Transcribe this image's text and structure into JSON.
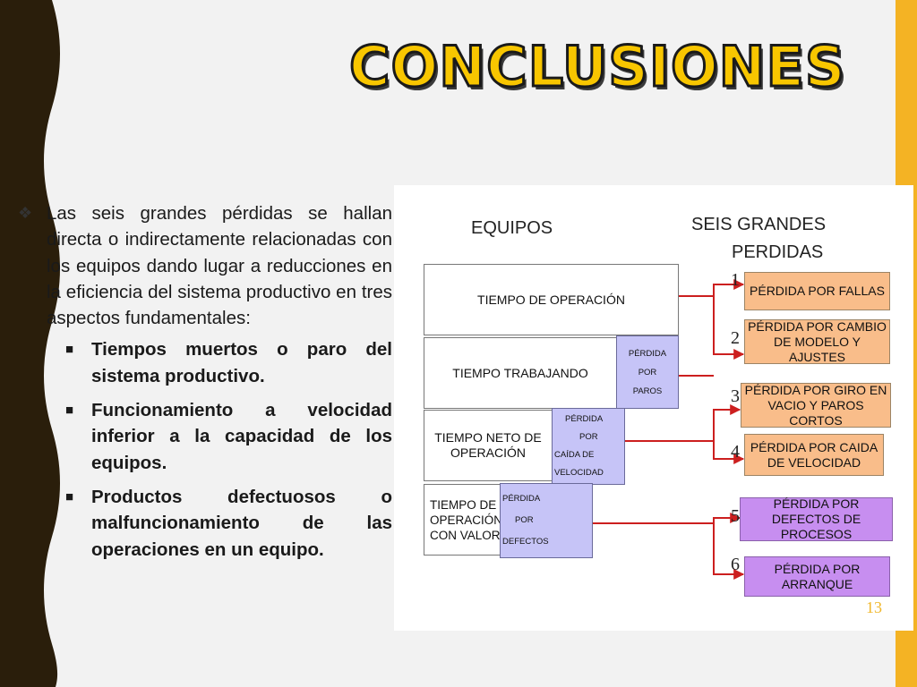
{
  "title": "CONCLUSIONES",
  "colors": {
    "accent": "#f4b324",
    "dark_band": "#2a1e0b",
    "title_fill": "#f8c600",
    "arrow": "#cc1f1f"
  },
  "text": {
    "intro": "Las seis grandes pérdidas se hallan directa o indirectamente relacionadas con los equipos dando lugar a reducciones en la eficiencia del sistema productivo en tres aspectos fundamentales:",
    "intro_icon": "diamond-bullet-icon",
    "bullets": [
      "Tiempos muertos o paro del sistema productivo.",
      "Funcionamiento a velocidad inferior a la capacidad de los equipos.",
      "Productos defectuosos o malfuncionamiento de las operaciones en un equipo."
    ],
    "bullet_icon": "square-bullet-icon"
  },
  "diagram": {
    "header_left": "EQUIPOS",
    "header_right_1": "SEIS GRANDES",
    "header_right_2": "PERDIDAS",
    "time_boxes": [
      "TIEMPO DE OPERACIÓN",
      "TIEMPO TRABAJANDO",
      "TIEMPO NETO DE OPERACIÓN",
      "TIEMPO DE OPERACIÓN CON VALOR"
    ],
    "loss_boxes": [
      [
        "PÉRDIDA",
        "POR",
        "PAROS"
      ],
      [
        "PÉRDIDA",
        "POR",
        "CAÍDA DE",
        "VELOCIDAD"
      ],
      [
        "PÉRDIDA",
        "POR",
        "DEFECTOS"
      ]
    ],
    "numbers": [
      "1",
      "2",
      "3",
      "4",
      "5",
      "6"
    ],
    "big_losses": [
      "PÉRDIDA POR FALLAS",
      "PÉRDIDA POR CAMBIO DE MODELO Y AJUSTES",
      "PÉRDIDA POR GIRO EN VACIO Y PAROS CORTOS",
      "PÉRDIDA POR CAIDA DE VELOCIDAD",
      "PÉRDIDA POR DEFECTOS DE PROCESOS",
      "PÉRDIDA POR ARRANQUE"
    ]
  },
  "page_number": "13"
}
